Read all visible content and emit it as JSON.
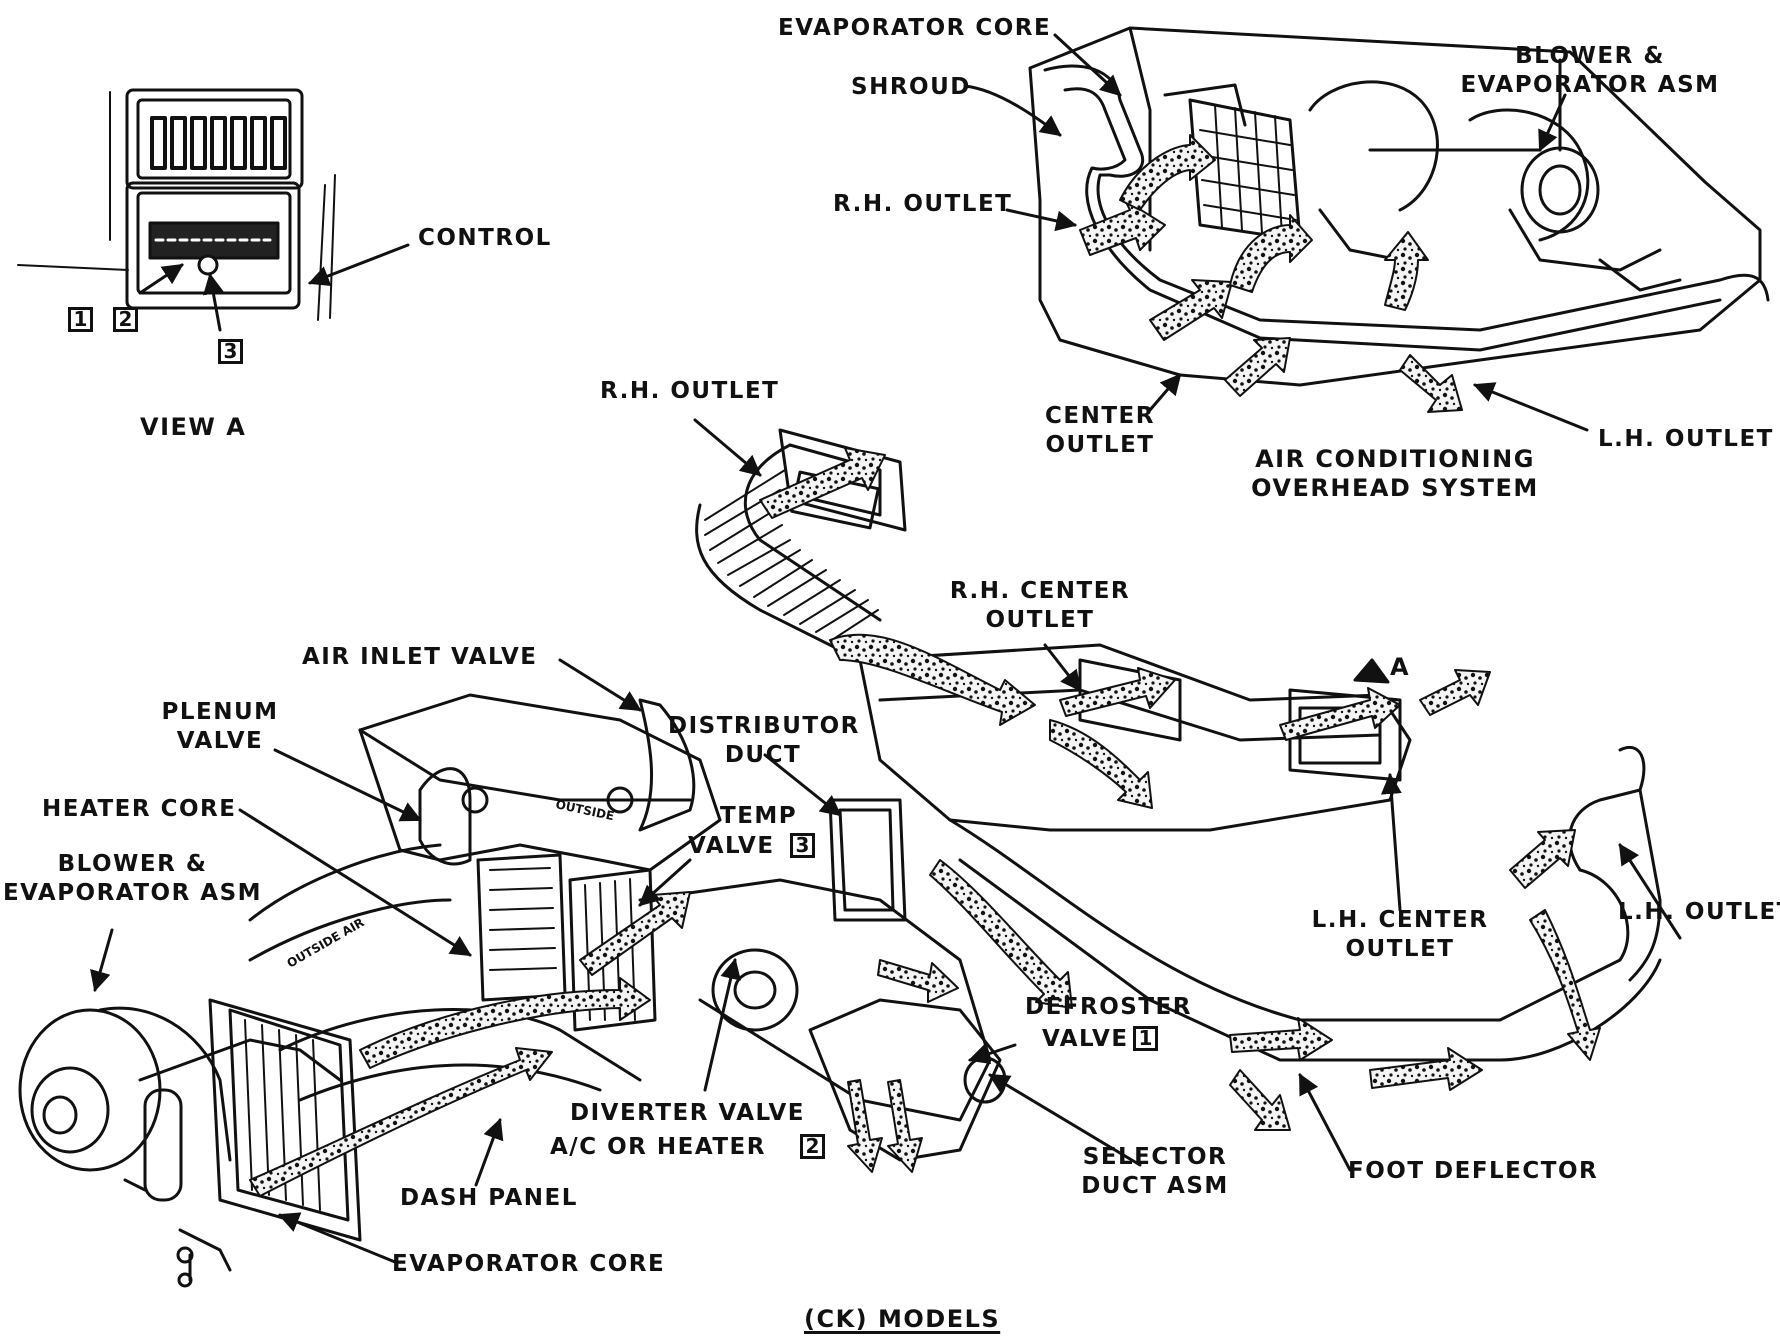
{
  "view_a": {
    "title": "VIEW A",
    "control_label": "CONTROL",
    "markers": [
      "1",
      "2",
      "3"
    ]
  },
  "overhead": {
    "evaporator_core": "EVAPORATOR CORE",
    "shroud": "SHROUD",
    "blower_line1": "BLOWER &",
    "blower_line2": "EVAPORATOR ASM",
    "rh_outlet": "R.H. OUTLET",
    "center_line1": "CENTER",
    "center_line2": "OUTLET",
    "lh_outlet": "L.H. OUTLET",
    "system_line1": "AIR CONDITIONING",
    "system_line2": "OVERHEAD SYSTEM"
  },
  "main": {
    "rh_outlet": "R.H. OUTLET",
    "rh_center_line1": "R.H. CENTER",
    "rh_center_line2": "OUTLET",
    "view_ref": "A",
    "air_inlet_valve": "AIR INLET VALVE",
    "plenum_line1": "PLENUM",
    "plenum_line2": "VALVE",
    "distributor_line1": "DISTRIBUTOR",
    "distributor_line2": "DUCT",
    "temp_line1": "TEMP",
    "temp_line2": "VALVE",
    "temp_marker": "3",
    "heater_core": "HEATER CORE",
    "blower_line1": "BLOWER &",
    "blower_line2": "EVAPORATOR ASM",
    "lh_center_line1": "L.H. CENTER",
    "lh_center_line2": "OUTLET",
    "lh_outlet": "L.H. OUTLET",
    "defroster_line1": "DEFROSTER",
    "defroster_line2": "VALVE",
    "defroster_marker": "1",
    "diverter_line1": "DIVERTER VALVE",
    "diverter_line2": "A/C OR HEATER",
    "diverter_marker": "2",
    "selector_line1": "SELECTOR",
    "selector_line2": "DUCT ASM",
    "foot_deflector": "FOOT DEFLECTOR",
    "dash_panel": "DASH PANEL",
    "evaporator_core": "EVAPORATOR CORE",
    "duct_text_outside": "OUTSIDE",
    "duct_text_outside_air": "OUTSIDE AIR"
  },
  "caption": "(CK) MODELS"
}
